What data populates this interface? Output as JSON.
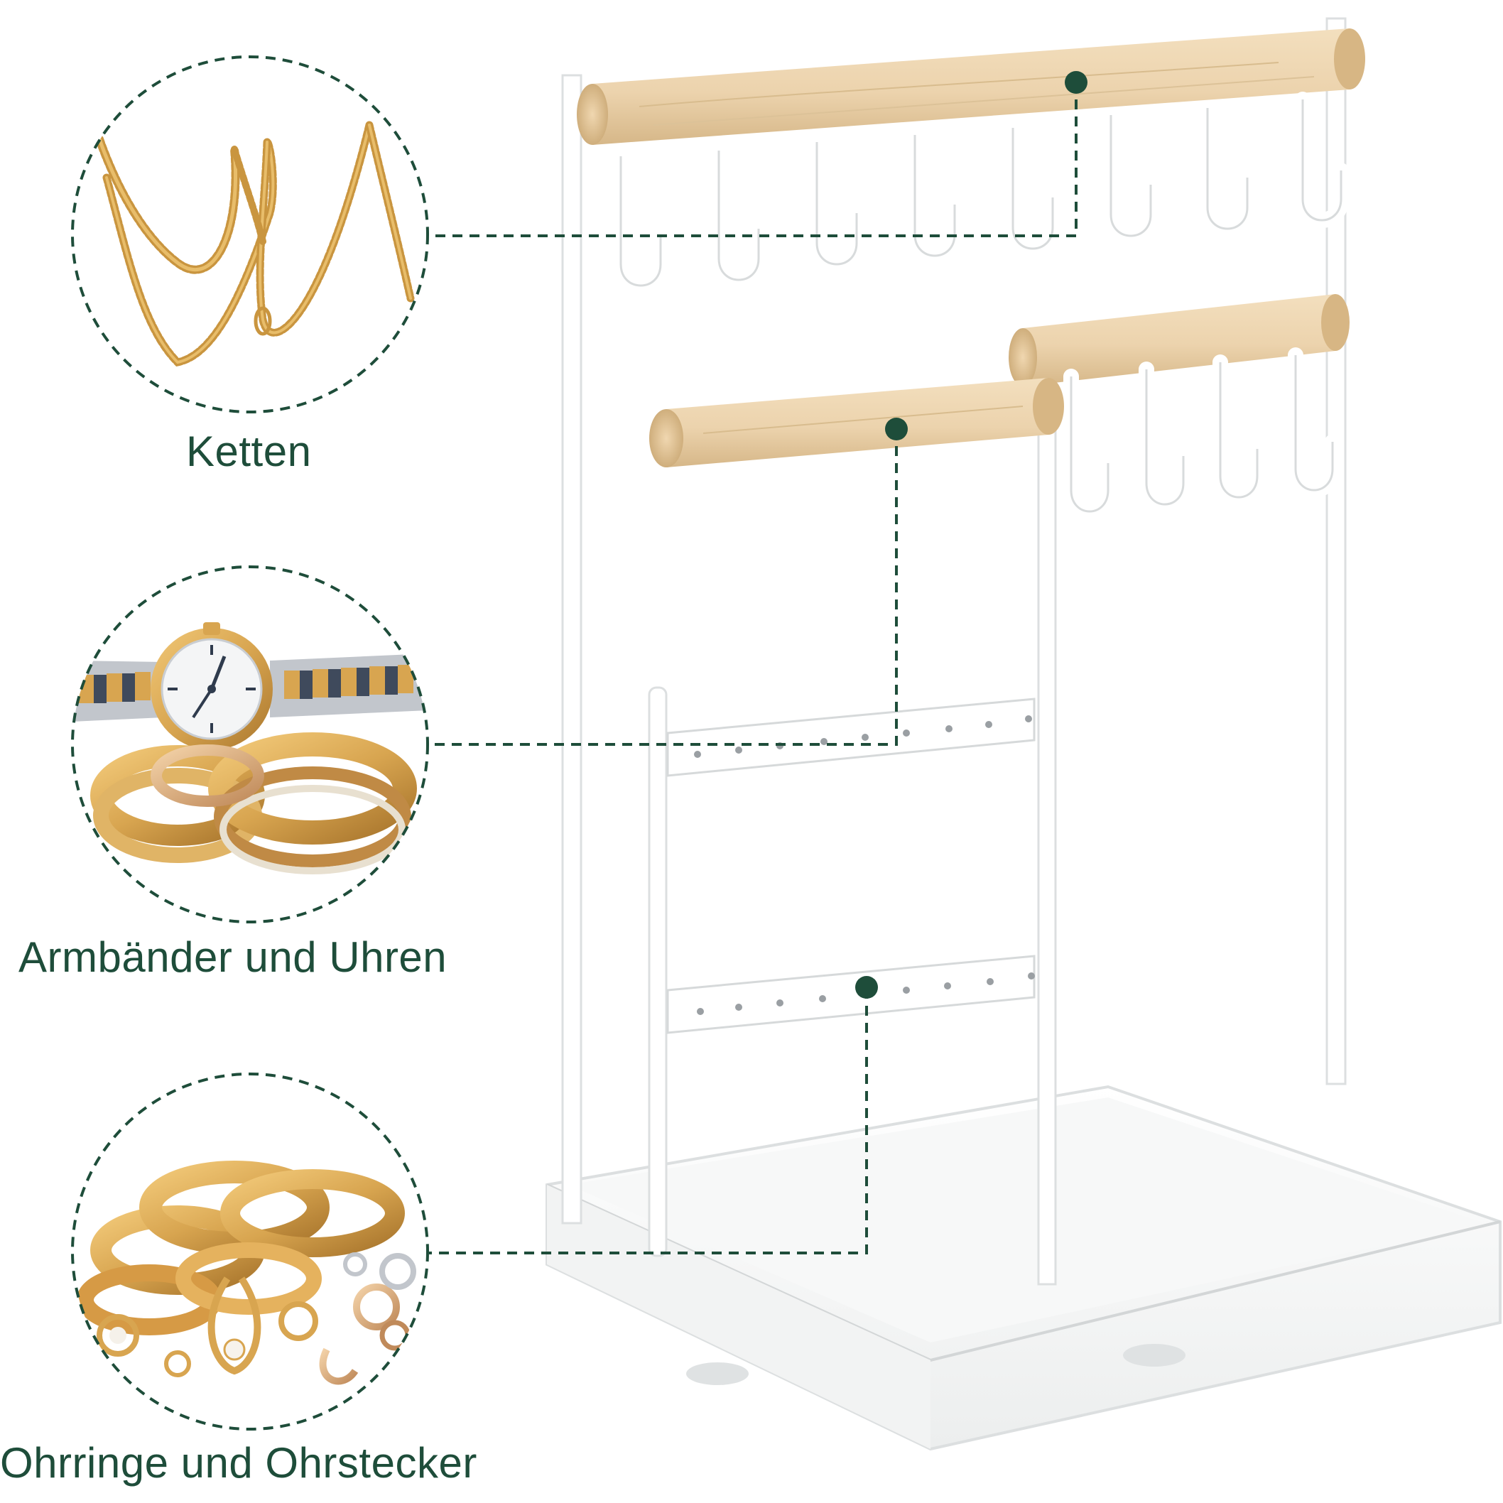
{
  "labels": {
    "necklaces": "Ketten",
    "bracelets_watches": "Armbänder und Uhren",
    "earrings": "Ohrringe und Ohrstecker"
  },
  "colors": {
    "accent": "#1e4d3a",
    "stand": "#ffffff",
    "stand_shadow": "#d9dcdc",
    "wood": "#ecd3ad",
    "wood_dark": "#d6b788",
    "gold": "#d8a550",
    "gold_dark": "#a9762d",
    "silver": "#c2c6cc"
  },
  "icons": {
    "callout_marker": "filled-dot-icon",
    "callout_frame": "dashed-circle-icon"
  }
}
